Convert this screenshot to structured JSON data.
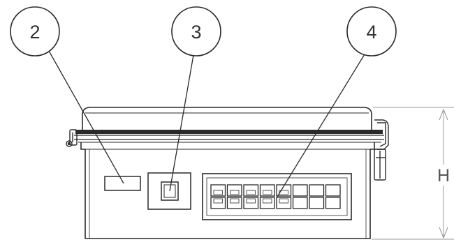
{
  "callouts": [
    {
      "label": "2"
    },
    {
      "label": "3"
    },
    {
      "label": "4"
    }
  ],
  "dimension": {
    "label": "H"
  },
  "colors": {
    "outline": "#2a2a2a",
    "dimension_line": "#9a9a9a",
    "background": "#ffffff"
  }
}
